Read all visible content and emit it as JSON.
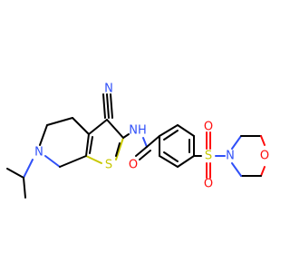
{
  "molecule": {
    "colors": {
      "carbon": "#000000",
      "nitrogen": "#3050f8",
      "oxygen": "#ff0d0d",
      "sulfur": "#c8c800"
    },
    "atoms": {
      "nitrile_n": "N",
      "amide_nh": "NH",
      "amide_o": "O",
      "thiophene_s": "S",
      "ring_n": "N",
      "sulfonyl_s": "S",
      "sulfonyl_o_top": "O",
      "sulfonyl_o_bottom": "O",
      "morpholine_n": "N",
      "morpholine_o": "O"
    }
  }
}
